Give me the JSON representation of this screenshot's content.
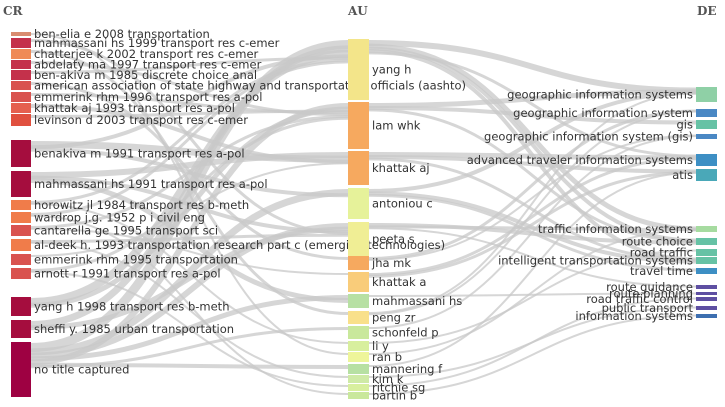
{
  "headers": {
    "left": "CR",
    "middle": "AU",
    "right": "DE"
  },
  "cr_nodes": [
    {
      "label": "ben-elia e 2008 transportation",
      "color": "#d98c70"
    },
    {
      "label": "mahmassani hs 1999 transport res c-emer",
      "color": "#c4314b"
    },
    {
      "label": "chatterjee k 2002 transport res c-emer",
      "color": "#ef8a57"
    },
    {
      "label": "abdelaty ma 1997 transport res c-emer",
      "color": "#c4314b"
    },
    {
      "label": "ben-akiva m 1985 discrete choice anal",
      "color": "#c4314b"
    },
    {
      "label": "american association of state highway and transportation officials (aashto)",
      "color": "#d9534f"
    },
    {
      "label": "emmerink rhm 1996 transport res a-pol",
      "color": "#d9534f"
    },
    {
      "label": "khattak aj 1993 transport res a-pol",
      "color": "#e5604f"
    },
    {
      "label": "levinson d 2003 transport res c-emer",
      "color": "#e0503f"
    },
    {
      "label": "benakiva m 1991 transport res a-pol",
      "color": "#a50d3e"
    },
    {
      "label": "mahmassani hs 1991 transport res a-pol",
      "color": "#a50d3e"
    },
    {
      "label": "horowitz jl 1984 transport res b-meth",
      "color": "#f07c4a"
    },
    {
      "label": "wardrop j.g. 1952 p i civil eng",
      "color": "#f07c4a"
    },
    {
      "label": "cantarella ge 1995 transport sci",
      "color": "#d9534f"
    },
    {
      "label": "al-deek h. 1993 transportation research part c (emerging technologies)",
      "color": "#f07c4a"
    },
    {
      "label": "emmerink rhm 1995 transportation",
      "color": "#d9534f"
    },
    {
      "label": "arnott r 1991 transport res a-pol",
      "color": "#d9534f"
    },
    {
      "label": "yang h 1998 transport res b-meth",
      "color": "#a50d3e"
    },
    {
      "label": "sheffi y. 1985 urban transportation",
      "color": "#a50d3e"
    },
    {
      "label": "no title captured",
      "color": "#9e0142"
    }
  ],
  "au_nodes": [
    {
      "label": "yang h",
      "color": "#f3e58a"
    },
    {
      "label": "lam whk",
      "color": "#f6a95f"
    },
    {
      "label": "khattak aj",
      "color": "#f6a95f"
    },
    {
      "label": "antoniou c",
      "color": "#e6f29a"
    },
    {
      "label": "peeta s",
      "color": "#f0ee95"
    },
    {
      "label": "jha mk",
      "color": "#f6a95f"
    },
    {
      "label": "khattak a",
      "color": "#f9cc7a"
    },
    {
      "label": "mahmassani hs",
      "color": "#b7e0a3"
    },
    {
      "label": "peng zr",
      "color": "#f9e08a"
    },
    {
      "label": "schonfeld p",
      "color": "#c9e89c"
    },
    {
      "label": "li y",
      "color": "#d8ef9e"
    },
    {
      "label": "ran b",
      "color": "#eef59a"
    },
    {
      "label": "mannering f",
      "color": "#b7e0a3"
    },
    {
      "label": "kim k",
      "color": "#cfeaa6"
    },
    {
      "label": "ritchie sg",
      "color": "#d8ef9e"
    },
    {
      "label": "bartin b",
      "color": "#c9e89c"
    }
  ],
  "de_nodes": [
    {
      "label": "geographic information systems",
      "color": "#8fd0a6"
    },
    {
      "label": "geographic information system",
      "color": "#4a88c4"
    },
    {
      "label": "gis",
      "color": "#66c2a5"
    },
    {
      "label": "geographic information system (gis)",
      "color": "#4a88c4"
    },
    {
      "label": "advanced traveler information systems",
      "color": "#3d8fc4"
    },
    {
      "label": "atis",
      "color": "#4aa8b8"
    },
    {
      "label": "traffic information systems",
      "color": "#a6dba0"
    },
    {
      "label": "route choice",
      "color": "#66c2a5"
    },
    {
      "label": "road traffic",
      "color": "#66c2a5"
    },
    {
      "label": "intelligent transportation systems",
      "color": "#66c2a5"
    },
    {
      "label": "travel time",
      "color": "#3d8fc4"
    },
    {
      "label": "route guidance",
      "color": "#5e4fa2"
    },
    {
      "label": "route planning",
      "color": "#5e4fa2"
    },
    {
      "label": "road traffic control",
      "color": "#5e4fa2"
    },
    {
      "label": "public transport",
      "color": "#5e4fa2"
    },
    {
      "label": "information systems",
      "color": "#3d6fb0"
    }
  ]
}
